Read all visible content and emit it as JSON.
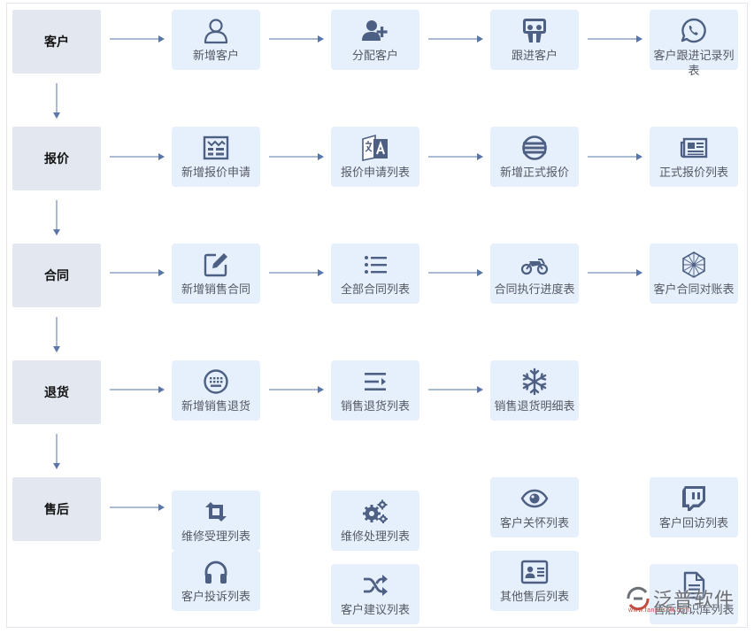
{
  "stages": [
    {
      "label": "客户"
    },
    {
      "label": "报价"
    },
    {
      "label": "合同"
    },
    {
      "label": "退货"
    },
    {
      "label": "售后"
    }
  ],
  "customer_row": [
    {
      "label": "新增客户",
      "icon": "user-icon"
    },
    {
      "label": "分配客户",
      "icon": "user-plus-icon"
    },
    {
      "label": "跟进客户",
      "icon": "slideshare-icon"
    },
    {
      "label": "客户跟进记录列表",
      "icon": "whatsapp-icon"
    }
  ],
  "quote_row": [
    {
      "label": "新增报价申请",
      "icon": "form-icon"
    },
    {
      "label": "报价申请列表",
      "icon": "translate-icon"
    },
    {
      "label": "新增正式报价",
      "icon": "menu-circle-icon"
    },
    {
      "label": "正式报价列表",
      "icon": "newspaper-icon"
    }
  ],
  "contract_row": [
    {
      "label": "新增销售合同",
      "icon": "edit-icon"
    },
    {
      "label": "全部合同列表",
      "icon": "list-icon"
    },
    {
      "label": "合同执行进度表",
      "icon": "motorcycle-icon"
    },
    {
      "label": "客户合同对账表",
      "icon": "mesh-icon"
    }
  ],
  "return_row": [
    {
      "label": "新增销售退货",
      "icon": "keyboard-icon"
    },
    {
      "label": "销售退货列表",
      "icon": "indent-icon"
    },
    {
      "label": "销售退货明细表",
      "icon": "snowflake-icon"
    }
  ],
  "aftersales": [
    {
      "label": "维修受理列表",
      "icon": "retweet-icon"
    },
    {
      "label": "客户投诉列表",
      "icon": "headphones-icon"
    },
    {
      "label": "维修处理列表",
      "icon": "cogs-icon"
    },
    {
      "label": "客户建议列表",
      "icon": "random-icon"
    },
    {
      "label": "客户关怀列表",
      "icon": "eye-icon"
    },
    {
      "label": "其他售后列表",
      "icon": "id-card-icon"
    },
    {
      "label": "客户回访列表",
      "icon": "twitch-icon"
    },
    {
      "label": "售后知识库列表",
      "icon": "file-text-icon"
    }
  ],
  "logo": {
    "brand": "泛普软件",
    "sub": "www.fanpusoft.com"
  },
  "colors": {
    "stage_bg": "#e3e8f0",
    "node_bg": "#e6effc",
    "icon": "#4d5f82",
    "arrow": "#5877a8"
  }
}
